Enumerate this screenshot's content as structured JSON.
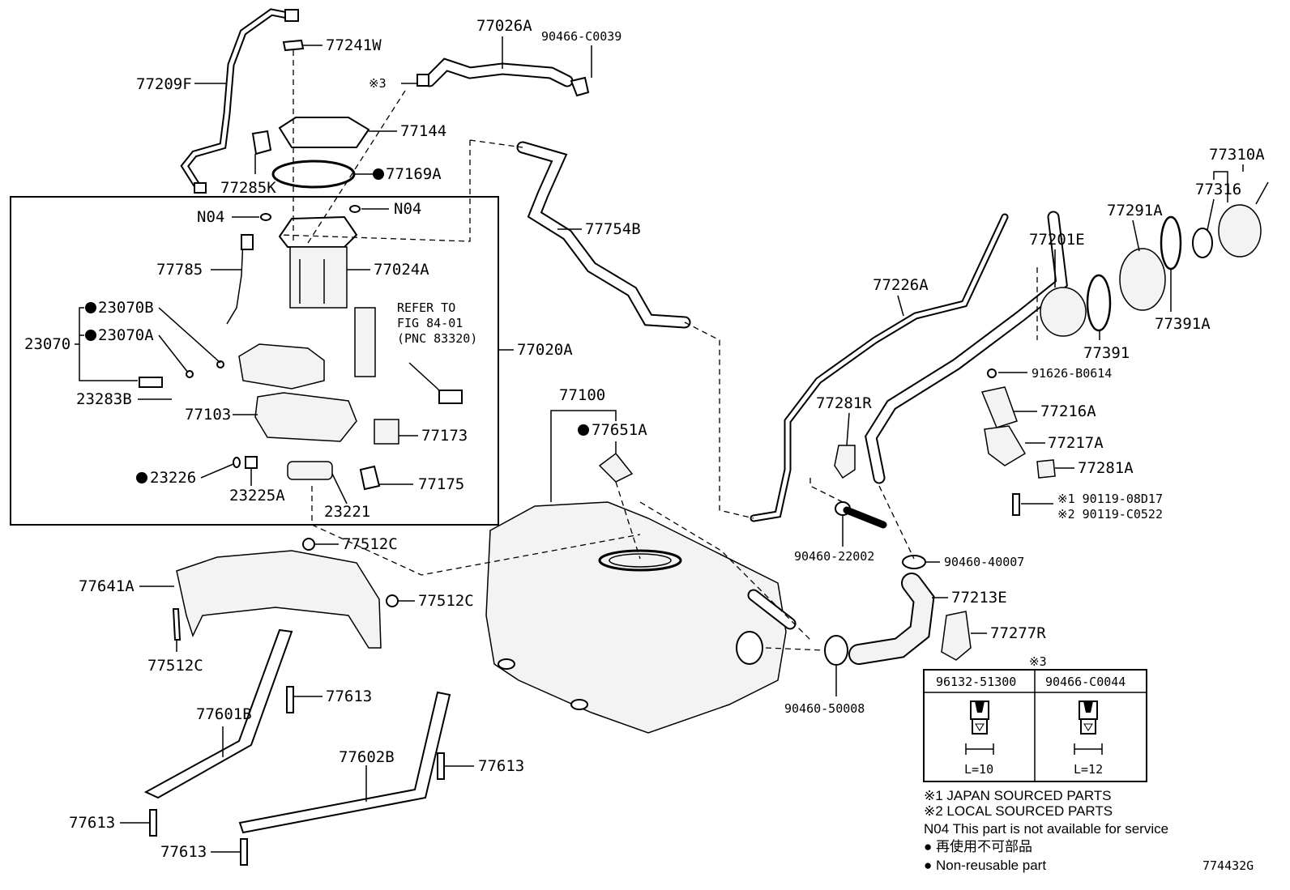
{
  "labels": {
    "p77241W": "77241W",
    "p77209F": "77209F",
    "p77026A": "77026A",
    "p90466C0039": "90466-C0039",
    "mark3": "※3",
    "p77144": "77144",
    "p77169A": "77169A",
    "p77285K": "77285K",
    "n04a": "N04",
    "n04b": "N04",
    "p77754B": "77754B",
    "p77785": "77785",
    "p77024A": "77024A",
    "p23070B": "23070B",
    "p23070": "23070",
    "p23070A": "23070A",
    "refer1": "REFER TO",
    "refer2": "FIG 84-01",
    "refer3": "(PNC 83320)",
    "p77020A": "77020A",
    "p23283B": "23283B",
    "p77103": "77103",
    "p77173": "77173",
    "p23226": "23226",
    "p23225A": "23225A",
    "p23221": "23221",
    "p77175": "77175",
    "p77100": "77100",
    "p77651A": "77651A",
    "p77310A": "77310A",
    "p77316": "77316",
    "p77291A": "77291A",
    "p77201E": "77201E",
    "p77226A": "77226A",
    "p77391": "77391",
    "p77391A": "77391A",
    "p91626B0614": "91626-B0614",
    "p77281R": "77281R",
    "p77216A": "77216A",
    "p77217A": "77217A",
    "p77281A": "77281A",
    "p90119a": "※1 90119-08D17",
    "p90119b": "※2 90119-C0522",
    "p9046022002": "90460-22002",
    "p9046040007": "90460-40007",
    "p77512C_1": "77512C",
    "p77512C_2": "77512C",
    "p77512C_3": "77512C",
    "p77641A": "77641A",
    "p77213E": "77213E",
    "p77277R": "77277R",
    "p9046050008": "90460-50008",
    "p77613_1": "77613",
    "p77613_2": "77613",
    "p77613_3": "77613",
    "p77613_4": "77613",
    "p77601B": "77601B",
    "p77602B": "77602B"
  },
  "clip_table": {
    "mark": "※3",
    "col1_header": "96132-51300",
    "col2_header": "90466-C0044",
    "col1_length": "L=10",
    "col2_length": "L=12"
  },
  "legend": {
    "note1": "※1  JAPAN SOURCED PARTS",
    "note2": "※2  LOCAL SOURCED PARTS",
    "note3": "N04 This part is not available for service",
    "note4": "● 再使用不可部品",
    "note5": "● Non-reusable part"
  },
  "figure_id": "774432G"
}
